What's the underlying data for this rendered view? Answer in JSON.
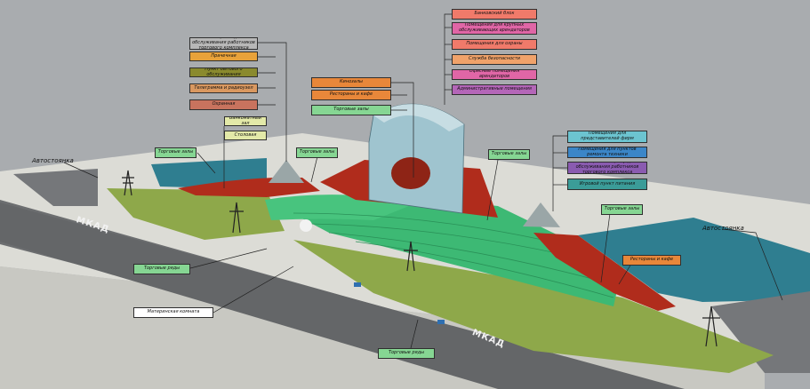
{
  "colors": {
    "background": "#a9acaf",
    "platform": "#dcdcd6",
    "green_canopy": "#3db974",
    "grass": "#8ea84a",
    "red_building": "#b02c1c",
    "water": "#2f7e90",
    "asphalt": "#6c6e70",
    "glass": "#9fc4cf"
  },
  "labels": {
    "service_block": [
      "Помещения для обслуживания работников торгового комплекса",
      "Прачечная",
      "Пункт бытового обслуживания",
      "Телеграмма и радиоузел",
      "Охранная"
    ],
    "bank_atm": [
      "Банкоматный зал",
      "Столовая"
    ],
    "center_block": [
      "Кинозалы",
      "Рестораны и кафе",
      "Торговые залы"
    ],
    "tower_block": [
      "Банковский блок",
      "Помещения для крупных обслуживающих арендаторов",
      "Помещения для охраны",
      "Служба безопасности",
      "Офисные помещения арендаторов",
      "Административные помещения"
    ],
    "right_block": [
      "Помещения для представителей фирм",
      "Помещения для пунктов ремонта техники",
      "Медицинский центр для обслуживания работников торгового комплекса",
      "Игровой пункт питания"
    ],
    "trade_left": "Торговые залы",
    "trade_mid": "Торговые залы",
    "trade_right_top": "Торговые залы",
    "trade_right": "Торговые залы",
    "restaurants_right": "Рестораны и кафе",
    "trade_rows_left": "Торговые ряды",
    "trade_rows_bottom": "Торговые ряды",
    "mother_room": "Материнская комната",
    "parking_left": "Автостоянка",
    "parking_right": "Автостоянка",
    "road_left": "МКАД",
    "road_bottom": "МКАД"
  }
}
